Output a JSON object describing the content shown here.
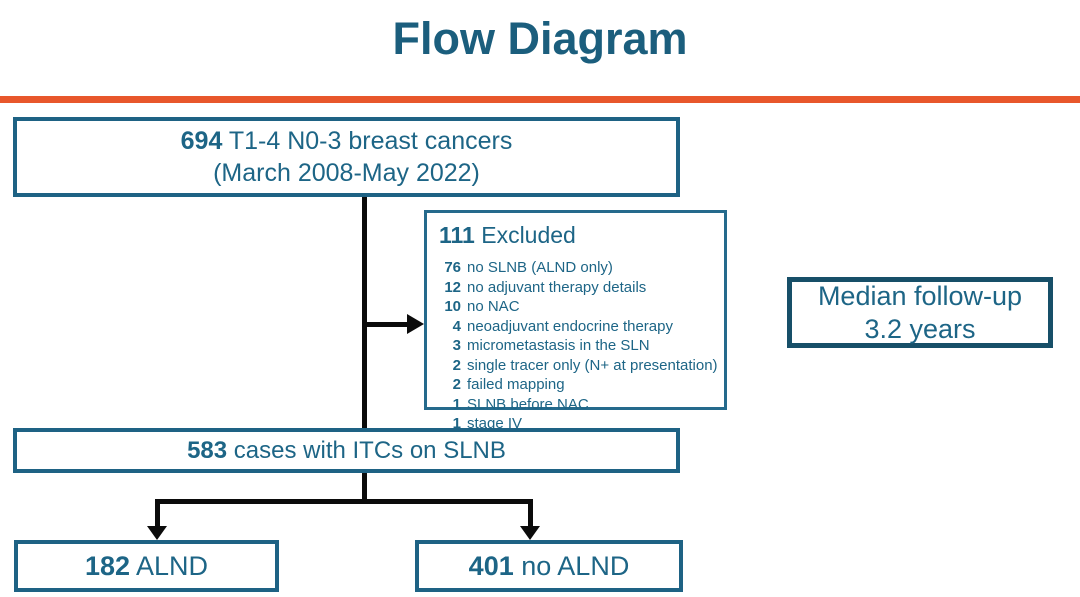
{
  "title": "Flow Diagram",
  "colors": {
    "teal_text": "#1D6586",
    "teal_border": "#1E6284",
    "median_border": "#174F68",
    "divider_orange": "#E8572B",
    "connector_black": "#0b0b0b"
  },
  "nodes": {
    "total": {
      "count": "694",
      "label": "T1-4 N0-3 breast cancers",
      "sublabel": "(March 2008-May 2022)"
    },
    "excluded": {
      "count": "111",
      "label": "Excluded",
      "items": [
        {
          "count": "76",
          "label": "no SLNB (ALND only)"
        },
        {
          "count": "12",
          "label": "no adjuvant therapy details"
        },
        {
          "count": "10",
          "label": "no NAC"
        },
        {
          "count": "4",
          "label": "neoadjuvant endocrine therapy"
        },
        {
          "count": "3",
          "label": "micrometastasis in the SLN"
        },
        {
          "count": "2",
          "label": "single tracer only (N+ at presentation)"
        },
        {
          "count": "2",
          "label": "failed mapping"
        },
        {
          "count": "1",
          "label": "SLNB before NAC"
        },
        {
          "count": "1",
          "label": "stage IV"
        }
      ]
    },
    "itc": {
      "count": "583",
      "label": "cases with ITCs on SLNB"
    },
    "alnd": {
      "count": "182",
      "label": "ALND"
    },
    "no_alnd": {
      "count": "401",
      "label": "no ALND"
    }
  },
  "median": {
    "line1": "Median follow-up",
    "line2": "3.2 years"
  }
}
